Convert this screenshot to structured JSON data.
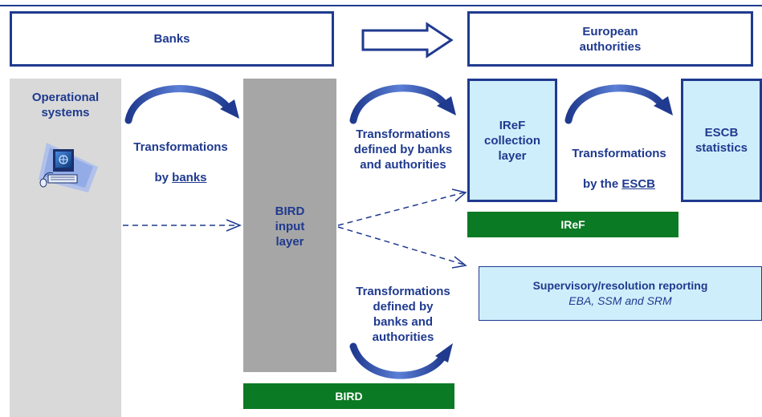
{
  "header": {
    "banks": "Banks",
    "european_authorities": "European authorities"
  },
  "columns": {
    "operational_systems": "Operational\nsystems",
    "bird_input_layer": "BIRD\ninput\nlayer",
    "iref_collection_layer": "IReF\ncollection\nlayer",
    "escb_statistics": "ESCB\nstatistics"
  },
  "transformations": {
    "by_banks_prefix": "Transformations",
    "by_banks_word": "by ",
    "by_banks_link": "banks",
    "defined_top": "Transformations\ndefined by banks\nand authorities",
    "by_escb_prefix": "Transformations",
    "by_escb_word": "by the ",
    "by_escb_link": "ESCB",
    "defined_bottom": "Transformations\ndefined by\nbanks and\nauthorities"
  },
  "bars": {
    "iref": "IReF",
    "bird": "BIRD"
  },
  "supervisory": {
    "title": "Supervisory/resolution reporting",
    "subtitle": "EBA, SSM and SRM"
  },
  "icons": {
    "computer": "computer-terminal-icon"
  },
  "colors": {
    "navy": "#1f3a8f",
    "light_blue": "#cfeefb",
    "green": "#0b7a24",
    "light_gray": "#d9d9d9",
    "dark_gray": "#a6a6a6"
  }
}
